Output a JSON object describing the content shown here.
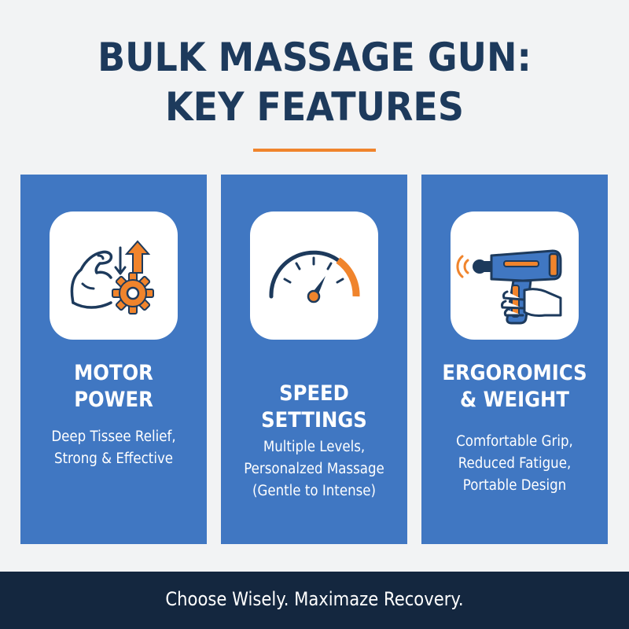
{
  "header": {
    "title_line1": "BULK MASSAGE GUN:",
    "title_line2": "KEY FEATURES"
  },
  "features": [
    {
      "title_line1": "MOTOR",
      "title_line2": "POWER",
      "desc": [
        "Deep Tissee Relief,",
        "Strong & Effective"
      ],
      "icon": "muscle-gear-icon"
    },
    {
      "title_line1": "SPEED",
      "title_line2": "SETTINGS",
      "desc": [
        "Multiple Levels,",
        "Personalzed Massage",
        "(Gentle to Intense)"
      ],
      "icon": "speedometer-icon"
    },
    {
      "title_line1": "ERGOROMICS",
      "title_line2": "& WEIGHT",
      "desc": [
        "Comfortable Grip,",
        "Reduced Fatigue,",
        "Portable Design"
      ],
      "icon": "massage-gun-hand-icon"
    }
  ],
  "footer": {
    "text": "Choose Wisely. Maximaze Recovery."
  },
  "colors": {
    "background": "#f2f3f4",
    "title": "#1d3a5c",
    "accent": "#f0842c",
    "panel": "#4077c2",
    "footer": "#14273f"
  }
}
